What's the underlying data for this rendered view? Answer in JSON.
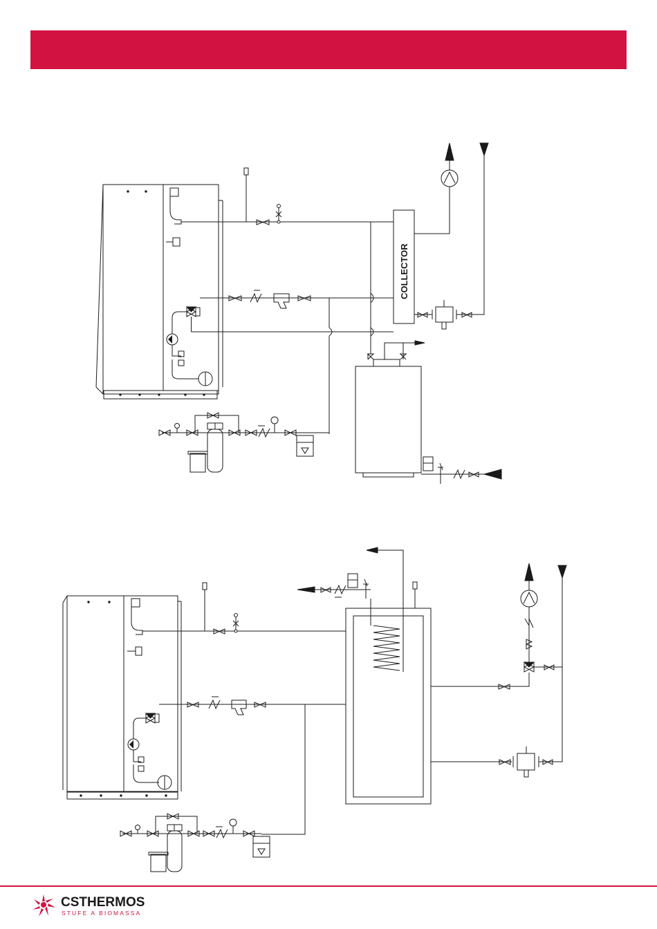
{
  "colors": {
    "brand_red": "#d21241",
    "line": "#1a1a1a",
    "background": "#ffffff"
  },
  "header": {
    "banner_text": ""
  },
  "diagram_top": {
    "collector_label": "COLLECTOR"
  },
  "footer": {
    "brand_prefix": "CS",
    "brand_suffix": "THERMOS",
    "tagline": "STUFE A BIOMASSA"
  }
}
